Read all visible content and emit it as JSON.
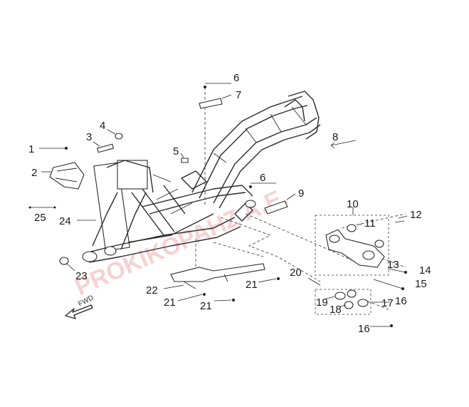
{
  "diagram": {
    "watermark": "PROKIKOPAHZ A.E.",
    "direction_label": "FWD",
    "callouts": [
      "1",
      "2",
      "3",
      "4",
      "5",
      "6",
      "7",
      "8",
      "6",
      "9",
      "10",
      "11",
      "12",
      "13",
      "14",
      "15",
      "16",
      "16",
      "17",
      "18",
      "19",
      "20",
      "21",
      "21",
      "21",
      "22",
      "23",
      "24",
      "25"
    ]
  }
}
